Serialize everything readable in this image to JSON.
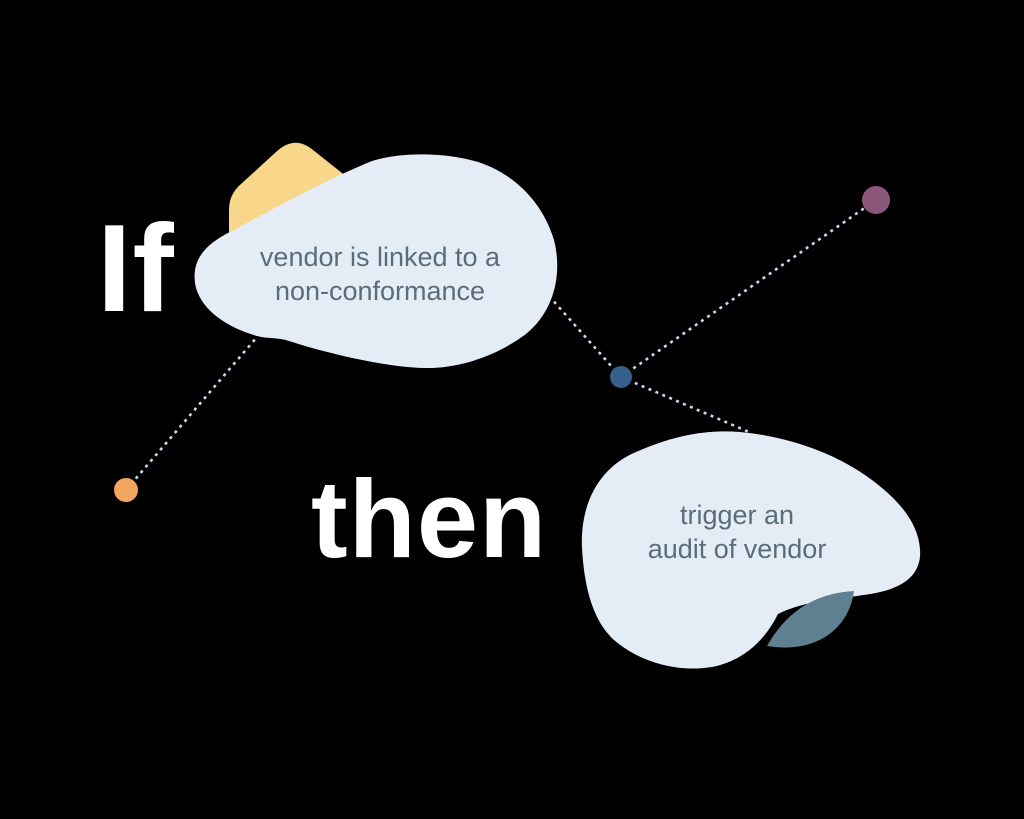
{
  "condition": {
    "keyword": "If",
    "label_line1": "vendor is linked to a",
    "label_line2": "non-conformance"
  },
  "action": {
    "keyword": "then",
    "label_line1": "trigger an",
    "label_line2": "audit of vendor"
  },
  "colors": {
    "background": "#000000",
    "blob_fill": "#e4edf6",
    "accent_yellow": "#f8d78b",
    "accent_teal": "#5e8091",
    "dot_orange": "#f2a55f",
    "dot_blue": "#36618c",
    "dot_purple": "#8a5778",
    "connector": "#c6daed",
    "label_text": "#5b6c7b",
    "keyword_text": "#ffffff"
  }
}
